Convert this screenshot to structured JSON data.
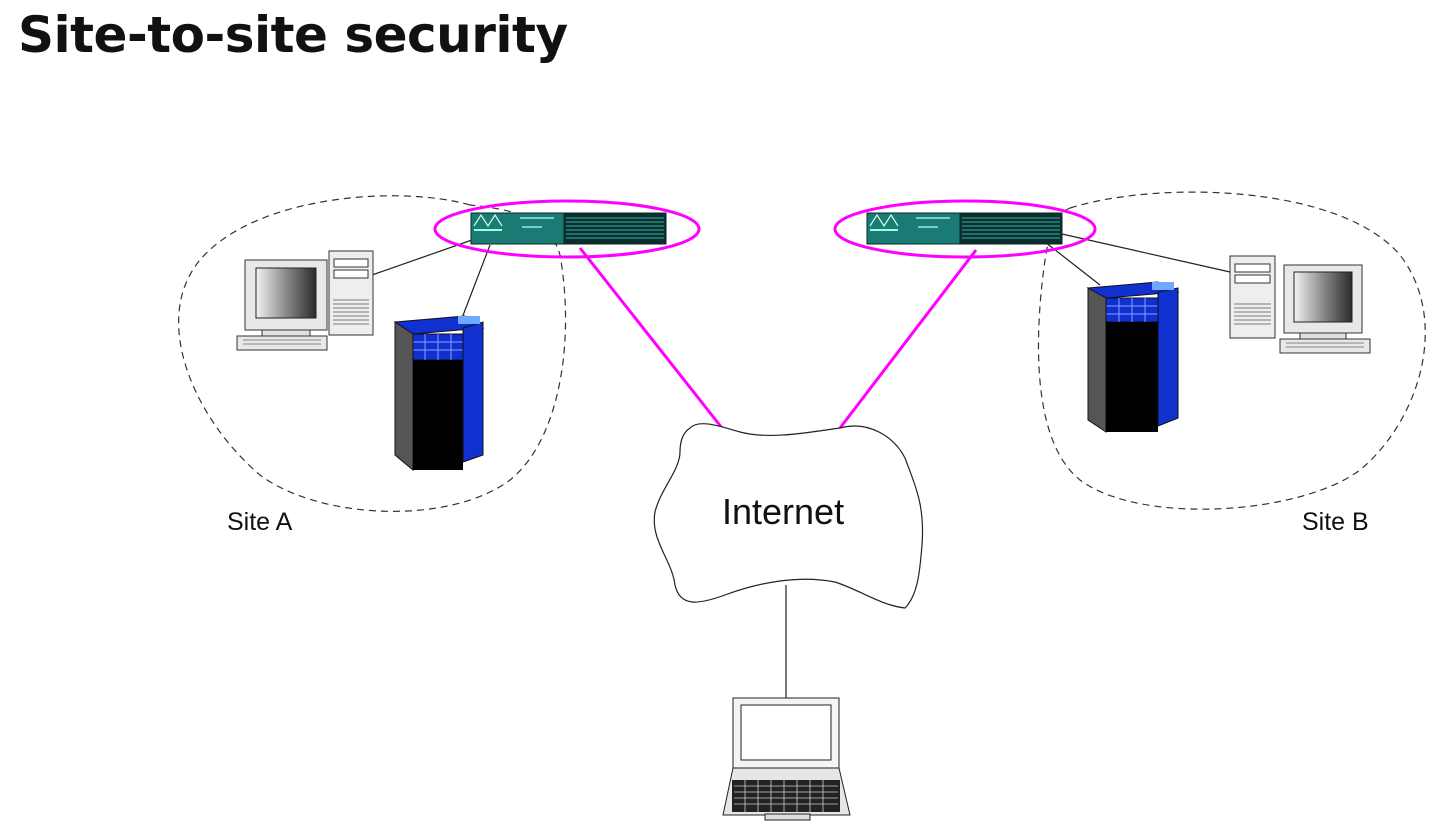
{
  "title": "Site-to-site security",
  "labels": {
    "site_a": "Site A",
    "site_b": "Site B",
    "internet": "Internet"
  },
  "colors": {
    "tunnel": "#ff00ff",
    "device_body": "#1a7a74",
    "server_blue": "#1030d0"
  },
  "icons": [
    "firewall-icon",
    "workstation-icon",
    "server-icon",
    "cloud-icon",
    "laptop-icon"
  ]
}
